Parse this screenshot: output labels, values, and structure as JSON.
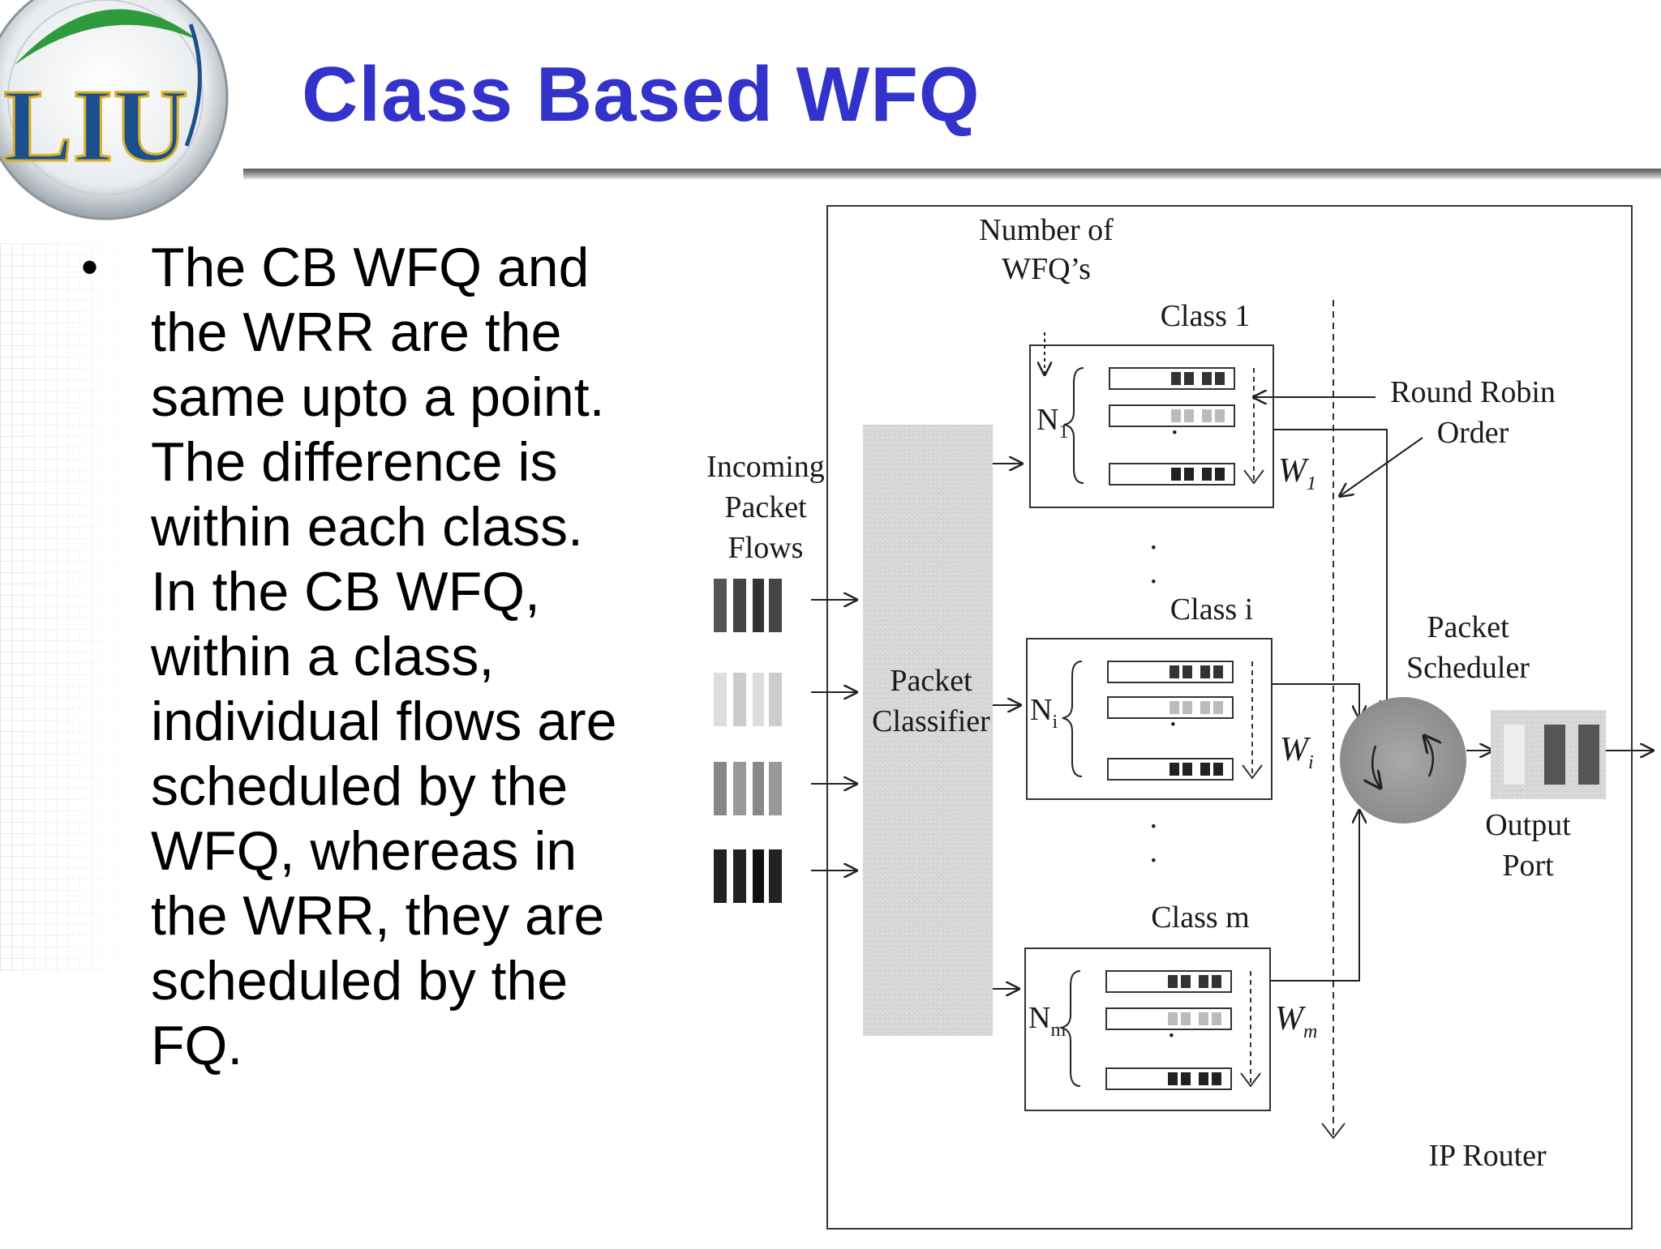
{
  "title": "Class Based WFQ",
  "logo": {
    "text": "LIU",
    "colors": {
      "green": "#2e9a3c",
      "blue": "#1c4f8e",
      "gold": "#d7b12a"
    }
  },
  "bullet": {
    "lines": [
      "The CB WFQ and",
      "the WRR are the",
      "same upto a point.",
      "The difference is",
      "within each class.",
      "In the CB WFQ,",
      "within a class,",
      "individual flows are",
      "scheduled by the",
      "WFQ, whereas in",
      "the WRR, they are",
      "scheduled by the",
      "FQ."
    ]
  },
  "diagram": {
    "number_of_wfqs": [
      "Number of",
      "WFQ’s"
    ],
    "incoming": [
      "Incoming",
      "Packet",
      "Flows"
    ],
    "classifier": [
      "Packet",
      "Classifier"
    ],
    "round_robin": [
      "Round Robin",
      "Order"
    ],
    "scheduler": [
      "Packet",
      "Scheduler"
    ],
    "output": [
      "Output",
      "Port"
    ],
    "router": "IP Router",
    "classes": [
      {
        "label": "Class 1",
        "n_main": "N",
        "n_sub": "1",
        "w_main": "W",
        "w_sub": "1"
      },
      {
        "label": "Class i",
        "n_main": "N",
        "n_sub": "i",
        "w_main": "W",
        "w_sub": "i"
      },
      {
        "label": "Class m",
        "n_main": "N",
        "n_sub": "m",
        "w_main": "W",
        "w_sub": "m"
      }
    ]
  }
}
